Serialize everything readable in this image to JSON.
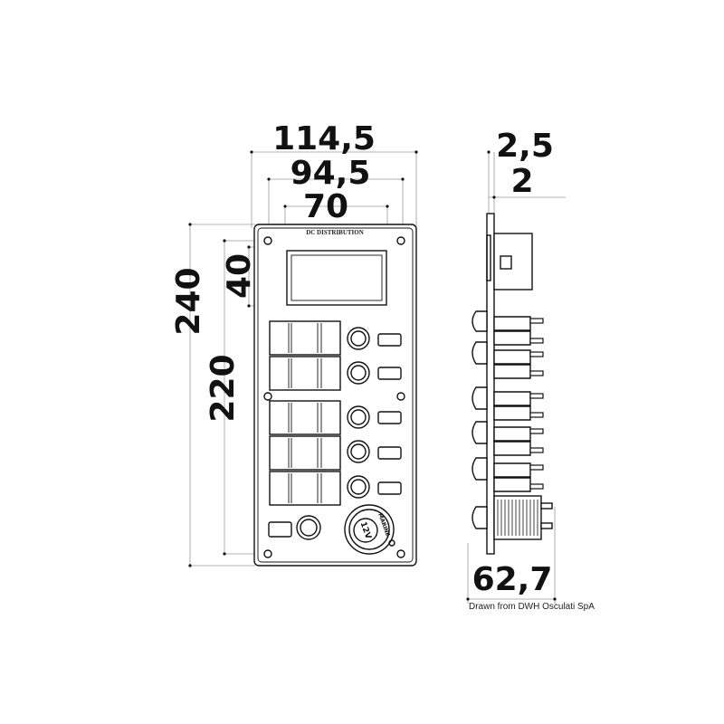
{
  "dimensions": {
    "overall_width": "114,5",
    "inner_width": "94,5",
    "display_width": "70",
    "overall_height": "240",
    "inner_height": "220",
    "display_offset": "40",
    "panel_depth_top": "2,5",
    "panel_thickness": "2",
    "overall_depth": "62,7"
  },
  "panel": {
    "header": "DC DISTRIBUTION",
    "socket_voltage": "12V",
    "socket_brand": "MARINE"
  },
  "credit": "Drawn from DWH Osculati SpA"
}
